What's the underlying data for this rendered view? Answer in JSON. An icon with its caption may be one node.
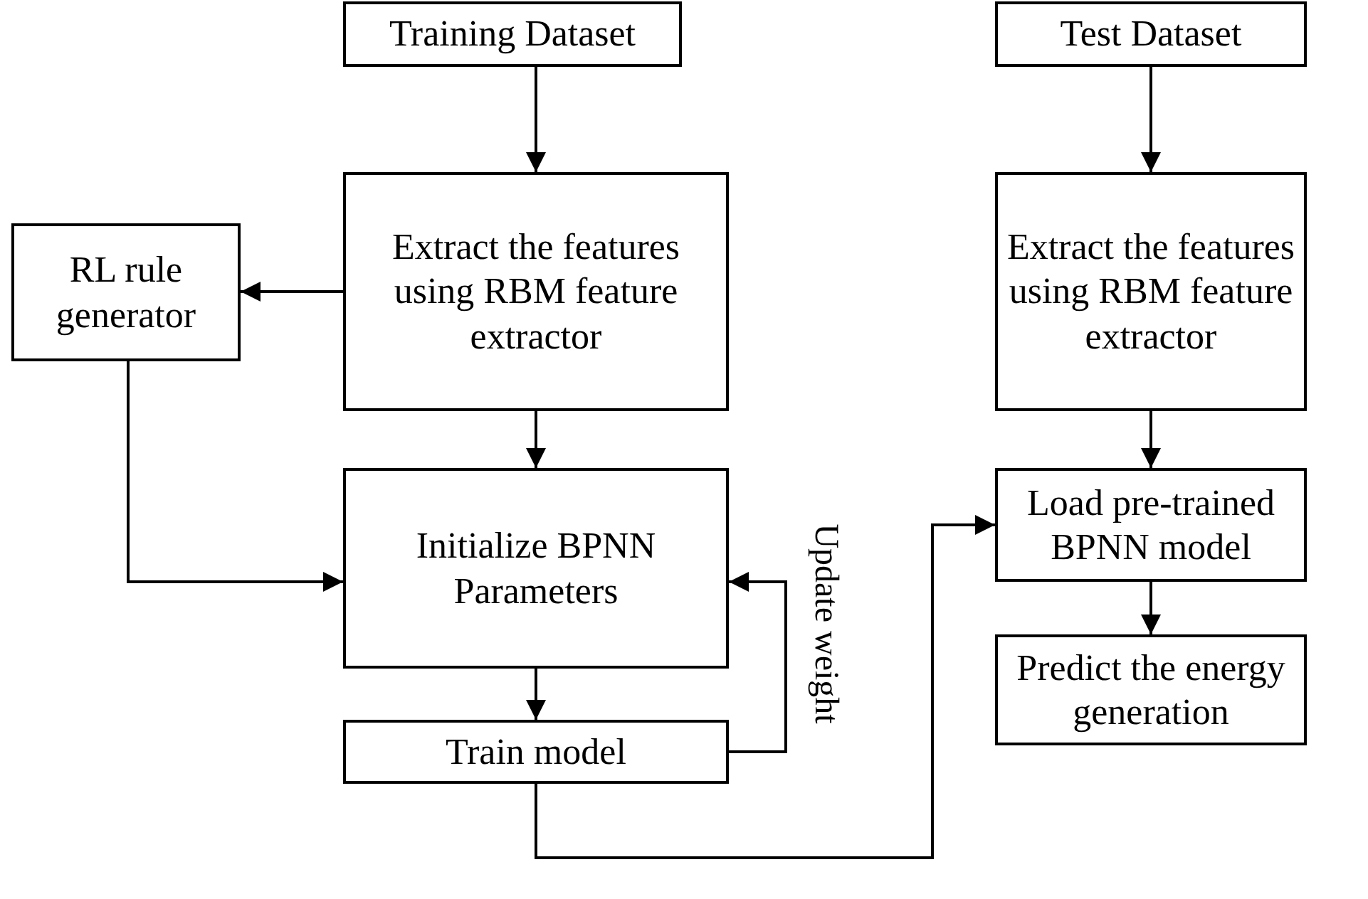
{
  "diagram": {
    "nodes": [
      {
        "text": [
          "Training Dataset"
        ]
      },
      {
        "text": [
          "Test Dataset"
        ]
      },
      {
        "text": [
          "RL rule generator"
        ]
      },
      {
        "text": [
          "Extract the features using RBM feature extractor"
        ]
      },
      {
        "text": [
          "Extract the features using RBM feature extractor"
        ]
      },
      {
        "text": [
          "Initialize BPNN Parameters"
        ]
      },
      {
        "text": [
          "Load pre-trained BPNN model"
        ]
      },
      {
        "text": [
          "Train model"
        ]
      },
      {
        "text": [
          "Predict the energy generation"
        ]
      }
    ],
    "edges": [
      {
        "from": 0,
        "to": 3,
        "arrow": "to"
      },
      {
        "from": 3,
        "to": 2,
        "arrow": "to"
      },
      {
        "from": 2,
        "to": 5,
        "arrow": "to"
      },
      {
        "from": 3,
        "to": 5,
        "arrow": "to"
      },
      {
        "from": 5,
        "to": 7,
        "arrow": "to"
      },
      {
        "from": 7,
        "to": 5,
        "arrow": "to",
        "label": "Update weight"
      },
      {
        "from": 7,
        "to": 6,
        "arrow": "to"
      },
      {
        "from": 1,
        "to": 4,
        "arrow": "to"
      },
      {
        "from": 4,
        "to": 6,
        "arrow": "to"
      },
      {
        "from": 6,
        "to": 8,
        "arrow": "to"
      }
    ]
  }
}
